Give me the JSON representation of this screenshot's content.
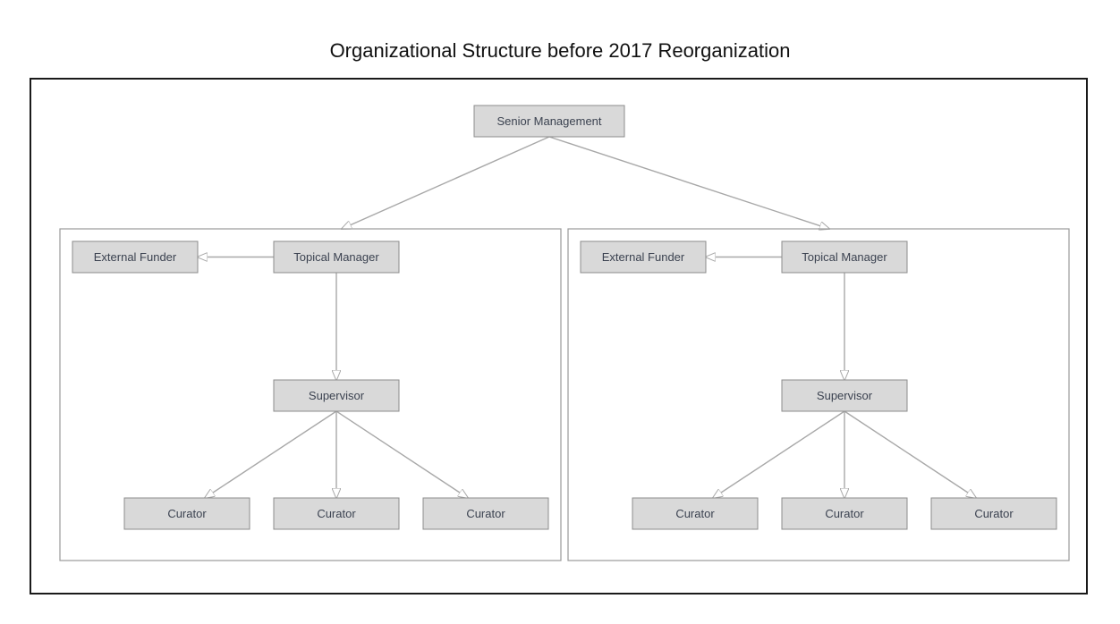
{
  "title": "Organizational Structure before 2017 Reorganization",
  "colors": {
    "box_fill": "#d9d9d9",
    "box_border": "#8c8c8c",
    "edge": "#a8a8a8",
    "label": "#3b4250",
    "frame": "#1a1a1a"
  },
  "root": {
    "label": "Senior Management"
  },
  "groups": [
    {
      "topical_manager": "Topical Manager",
      "external_funder": "External Funder",
      "supervisor": "Supervisor",
      "curators": [
        "Curator",
        "Curator",
        "Curator"
      ]
    },
    {
      "topical_manager": "Topical Manager",
      "external_funder": "External Funder",
      "supervisor": "Supervisor",
      "curators": [
        "Curator",
        "Curator",
        "Curator"
      ]
    }
  ],
  "edges": [
    {
      "from": "root",
      "to": "groups.0"
    },
    {
      "from": "root",
      "to": "groups.1"
    },
    {
      "from": "topical_manager",
      "to": "external_funder"
    },
    {
      "from": "topical_manager",
      "to": "supervisor"
    },
    {
      "from": "supervisor",
      "to": "curators"
    }
  ]
}
